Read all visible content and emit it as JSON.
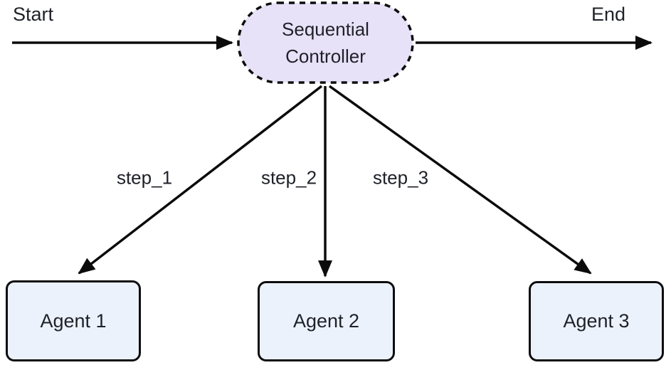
{
  "diagram": {
    "type": "flowchart",
    "start_label": "Start",
    "end_label": "End",
    "controller": {
      "label_line1": "Sequential",
      "label_line2": "Controller",
      "shape": "stadium-dashed"
    },
    "edges": [
      {
        "from": "Sequential Controller",
        "to": "Agent 1",
        "label": "step_1"
      },
      {
        "from": "Sequential Controller",
        "to": "Agent 2",
        "label": "step_2"
      },
      {
        "from": "Sequential Controller",
        "to": "Agent 3",
        "label": "step_3"
      }
    ],
    "agents": [
      {
        "label": "Agent 1"
      },
      {
        "label": "Agent 2"
      },
      {
        "label": "Agent 3"
      }
    ],
    "colors": {
      "controller_fill": "#e8e2f8",
      "controller_border": "#0d0d0d",
      "agent_fill": "#ecf2fb",
      "agent_border": "#0d0d0d",
      "arrow_color": "#0b0b0b",
      "text_color": "#1f2129",
      "bg_color": "#ffffff"
    }
  }
}
